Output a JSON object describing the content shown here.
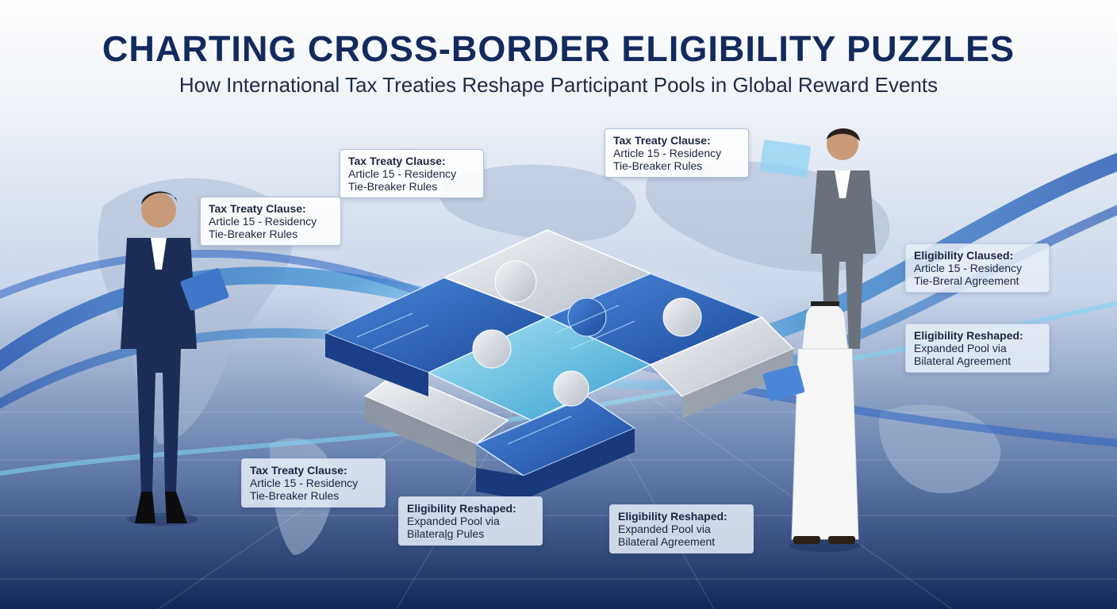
{
  "header": {
    "title": "CHARTING CROSS-BORDER ELIGIBILITY PUZZLES",
    "subtitle": "How International Tax Treaties Reshape Participant Pools in Global Reward Events"
  },
  "callouts": [
    {
      "head": "Tax Treaty Clause:",
      "line1": "Article 15 - Residency",
      "line2": "Tie-Breaker Rules"
    },
    {
      "head": "Tax Treaty Clause:",
      "line1": "Article 15 - Residency",
      "line2": "Tie-Breaker Rules"
    },
    {
      "head": "Tax Treaty Clause:",
      "line1": "Article 15 - Residency",
      "line2": "Tie-Breaker Rules"
    },
    {
      "head": "Eligibility Claused:",
      "line1": "Article 15 - Residency",
      "line2": "Tie-Breral Agreement"
    },
    {
      "head": "Eligibility Reshaped:",
      "line1": "Expanded Pool via",
      "line2": "Bilateral Agreement"
    },
    {
      "head": "Tax Treaty Clause:",
      "line1": "Article 15 - Residency",
      "line2": "Tie-Breaker Rules"
    },
    {
      "head": "Eligibility Reshaped:",
      "line1": "Expanded Pool via",
      "line2": "Bilateraļg Pules"
    },
    {
      "head": "Eligibility Reshaped:",
      "line1": "Expanded Pool via",
      "line2": "Bilateral Agreement"
    }
  ],
  "colors": {
    "title": "#132a5e",
    "puzzle_blue": "#2f62b8",
    "puzzle_silver": "#d9dde4",
    "puzzle_cyan": "#6cc6e6",
    "wave": "#3b7fd4"
  },
  "icons": [
    "world-map-icon",
    "puzzle-icon",
    "tablet-icon",
    "hologram-screen-icon"
  ]
}
